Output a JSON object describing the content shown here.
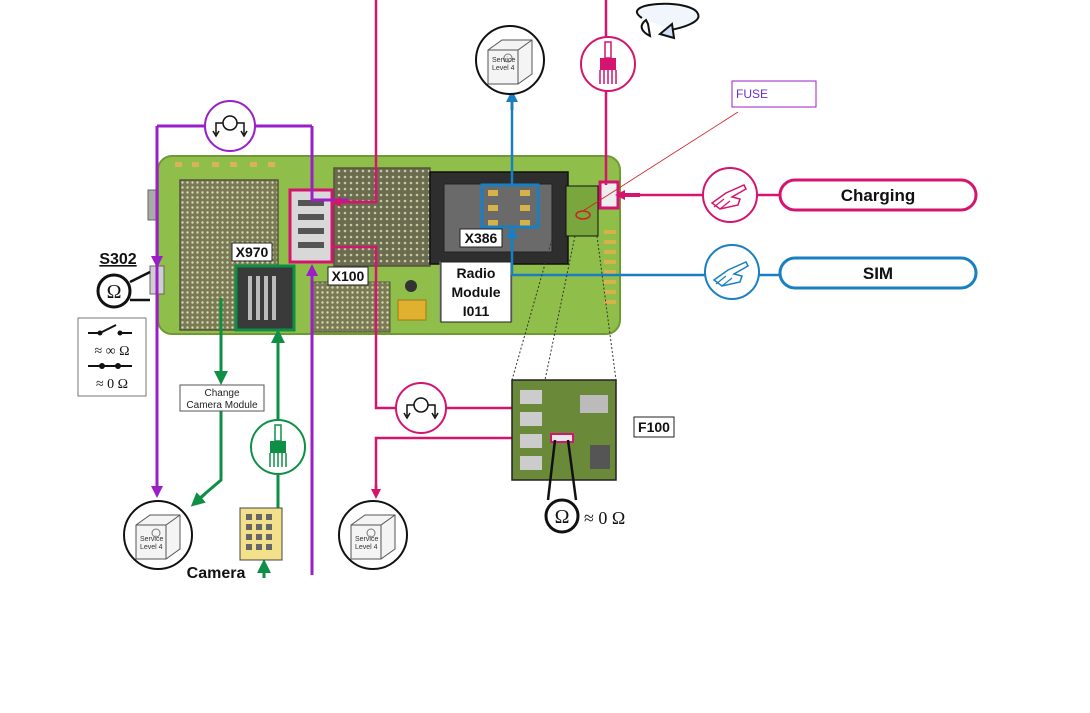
{
  "colors": {
    "magenta": "#d4146f",
    "purple": "#9b1fc8",
    "blue": "#1a7fc0",
    "green": "#0f8f45",
    "pcb": "#8fbf4a",
    "fuse_box": "#9b1fc8",
    "fuse_leader": "#cc2222"
  },
  "labels": {
    "fuse": "FUSE",
    "charging": "Charging",
    "sim": "SIM",
    "s302": "S302",
    "x970": "X970",
    "x100": "X100",
    "x386": "X386",
    "radio_line1": "Radio",
    "radio_line2": "Module",
    "radio_line3": "I011",
    "change_camera_line1": "Change",
    "change_camera_line2": "Camera Module",
    "f100": "F100",
    "camera": "Camera",
    "ohm_symbol": "Ω",
    "approx_zero_ohm": "≈ 0 Ω",
    "approx_inf_ohm": "≈ ∞ Ω",
    "service_line1": "Service",
    "service_line2": "Level 4"
  },
  "icons": [
    "rotate-arrow-icon",
    "service-box-icon",
    "esd-brush-icon",
    "hand-finger-icon",
    "ohmmeter-icon",
    "switch-open-icon",
    "switch-closed-icon",
    "camera-module-icon"
  ]
}
